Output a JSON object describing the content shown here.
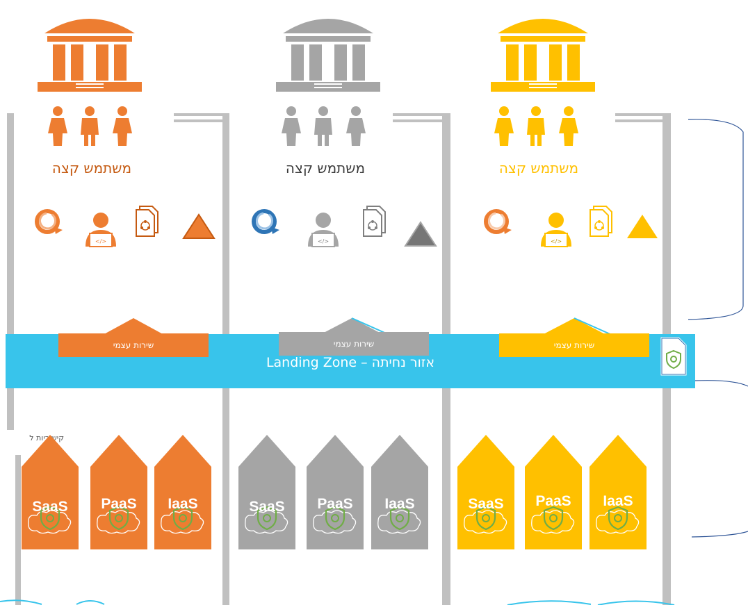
{
  "colors": {
    "orange": "#ed7d31",
    "gray": "#a5a5a5",
    "yellow": "#ffc000",
    "landing": "#38c4eb",
    "green": "#70ad47",
    "bracket": "#2f5597",
    "blueicon": "#2e75b6"
  },
  "columns": [
    {
      "end_user": "משתמש קצה",
      "self_service": "שירות עצמי",
      "services": [
        "SaaS",
        "PaaS",
        "IaaS"
      ]
    },
    {
      "end_user": "משתמש קצה",
      "self_service": "שירות עצמי",
      "services": [
        "SaaS",
        "PaaS",
        "IaaS"
      ]
    },
    {
      "end_user": "משתמש קצה",
      "self_service": "שירות עצמי",
      "services": [
        "SaaS",
        "PaaS",
        "IaaS"
      ]
    }
  ],
  "landing_zone": {
    "label": "Landing Zone – אזור נחיתה"
  },
  "side_label": "קישוריות ל",
  "icons": [
    "bank-icon",
    "users-icon",
    "refresh-icon",
    "developer-icon",
    "documents-icon",
    "triangle-icon",
    "cloud-lock-icon",
    "shield-lock-icon",
    "secure-document-icon"
  ]
}
